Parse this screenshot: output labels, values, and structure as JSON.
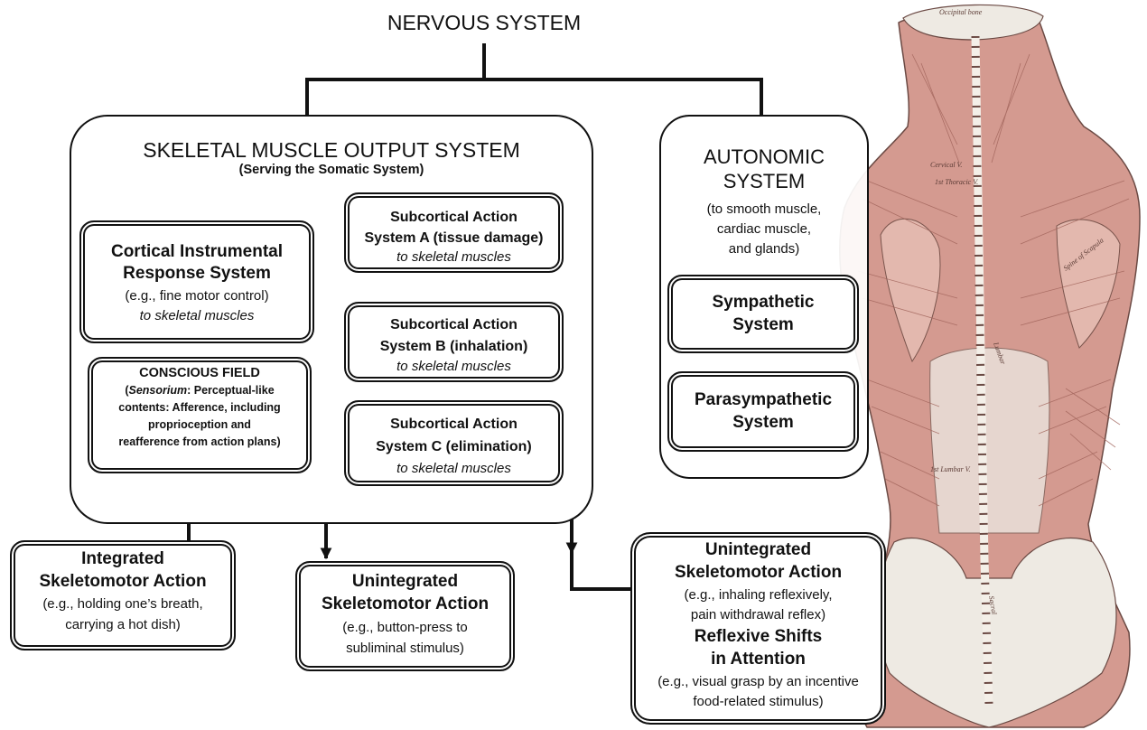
{
  "title": "NERVOUS SYSTEM",
  "skeletal": {
    "title": "SKELETAL MUSCLE OUTPUT SYSTEM",
    "subtitle": "(Serving the Somatic System)",
    "cortical": {
      "title_l1": "Cortical Instrumental",
      "title_l2": "Response System",
      "example": "(e.g., fine motor control)",
      "target": "to skeletal muscles"
    },
    "conscious": {
      "title": "CONSCIOUS FIELD",
      "paren": "(",
      "term": "Sensorium",
      "l1_rest": ": Perceptual-like",
      "l2": "contents: Afference, including",
      "l3": "proprioception and",
      "l4": "reafference from action plans)"
    },
    "subcortical_a": {
      "l1": "Subcortical Action",
      "l2": "System A (tissue damage)",
      "target": "to skeletal muscles"
    },
    "subcortical_b": {
      "l1": "Subcortical Action",
      "l2": "System B (inhalation)",
      "target": "to skeletal muscles"
    },
    "subcortical_c": {
      "l1": "Subcortical Action",
      "l2": "System C (elimination)",
      "target": "to skeletal muscles"
    }
  },
  "autonomic": {
    "title_l1": "AUTONOMIC",
    "title_l2": "SYSTEM",
    "desc_l1": "(to smooth muscle,",
    "desc_l2": "cardiac muscle,",
    "desc_l3": "and glands)",
    "sympathetic_l1": "Sympathetic",
    "sympathetic_l2": "System",
    "parasympathetic_l1": "Parasympathetic",
    "parasympathetic_l2": "System"
  },
  "outputs": {
    "integrated": {
      "l1": "Integrated",
      "l2": "Skeletomotor Action",
      "ex1": "(e.g., holding one’s breath,",
      "ex2": "carrying a hot dish)"
    },
    "unintegrated_mid": {
      "l1": "Unintegrated",
      "l2": "Skeletomotor Action",
      "ex1": "(e.g., button-press to",
      "ex2": "subliminal stimulus)"
    },
    "unintegrated_right": {
      "l1": "Unintegrated",
      "l2": "Skeletomotor Action",
      "ex1": "(e.g., inhaling reflexively,",
      "ex2": "pain withdrawal reflex)",
      "shift_l1": "Reflexive Shifts",
      "shift_l2": "in Attention",
      "shift_ex1": "(e.g., visual grasp by an incentive",
      "shift_ex2": "food-related stimulus)"
    }
  },
  "anatomy": {
    "labels": [
      "Occipital bone",
      "Cervical V.",
      "1st Thoracic V.",
      "Spine of Scapula",
      "Lumbar",
      "1st Lumbar V.",
      "Sacral"
    ]
  },
  "colors": {
    "line": "#111111",
    "muscle": "#c98a80",
    "muscle_light": "#e3b8ae",
    "bone": "#eeeae3"
  }
}
